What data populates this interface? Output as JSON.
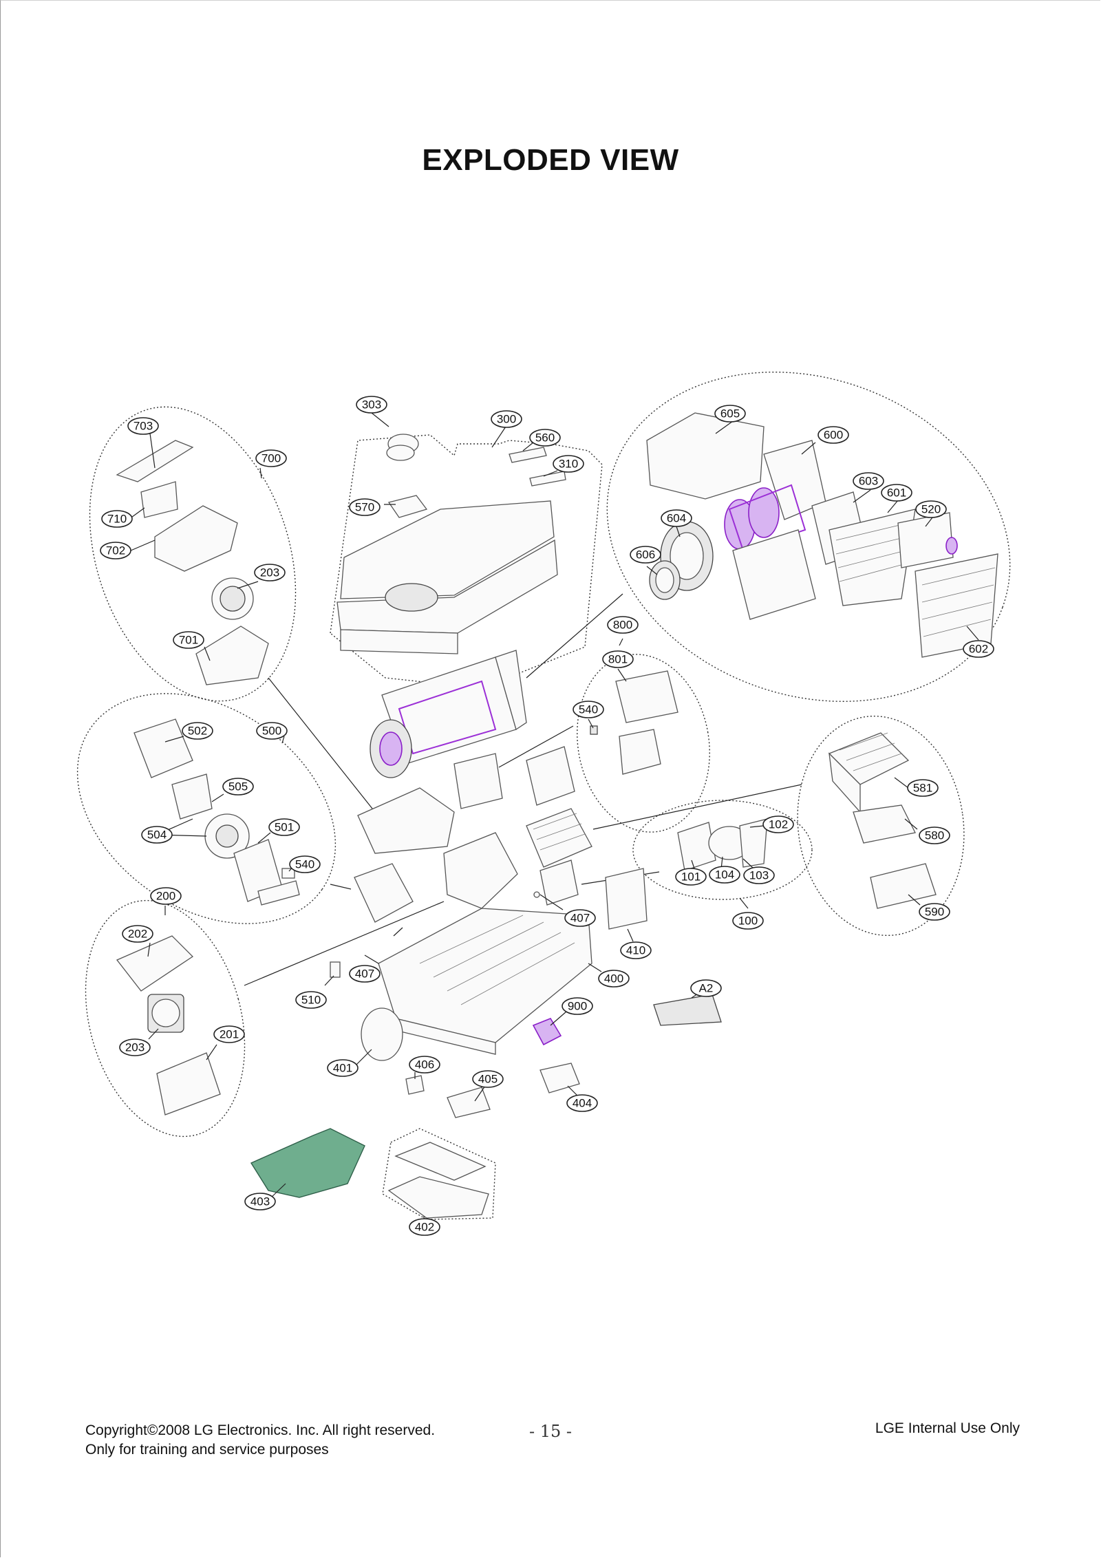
{
  "title": "EXPLODED VIEW",
  "callouts": [
    {
      "id": "703",
      "label": "703"
    },
    {
      "id": "700",
      "label": "700"
    },
    {
      "id": "710",
      "label": "710"
    },
    {
      "id": "702",
      "label": "702"
    },
    {
      "id": "203a",
      "label": "203"
    },
    {
      "id": "701",
      "label": "701"
    },
    {
      "id": "303",
      "label": "303"
    },
    {
      "id": "300",
      "label": "300"
    },
    {
      "id": "560",
      "label": "560"
    },
    {
      "id": "310",
      "label": "310"
    },
    {
      "id": "570",
      "label": "570"
    },
    {
      "id": "605",
      "label": "605"
    },
    {
      "id": "600",
      "label": "600"
    },
    {
      "id": "603",
      "label": "603"
    },
    {
      "id": "601",
      "label": "601"
    },
    {
      "id": "604",
      "label": "604"
    },
    {
      "id": "520",
      "label": "520"
    },
    {
      "id": "606",
      "label": "606"
    },
    {
      "id": "602",
      "label": "602"
    },
    {
      "id": "800",
      "label": "800"
    },
    {
      "id": "801",
      "label": "801"
    },
    {
      "id": "540a",
      "label": "540"
    },
    {
      "id": "502",
      "label": "502"
    },
    {
      "id": "500",
      "label": "500"
    },
    {
      "id": "505",
      "label": "505"
    },
    {
      "id": "504",
      "label": "504"
    },
    {
      "id": "501",
      "label": "501"
    },
    {
      "id": "540b",
      "label": "540"
    },
    {
      "id": "581",
      "label": "581"
    },
    {
      "id": "580",
      "label": "580"
    },
    {
      "id": "590",
      "label": "590"
    },
    {
      "id": "102",
      "label": "102"
    },
    {
      "id": "101",
      "label": "101"
    },
    {
      "id": "104",
      "label": "104"
    },
    {
      "id": "103",
      "label": "103"
    },
    {
      "id": "100",
      "label": "100"
    },
    {
      "id": "200",
      "label": "200"
    },
    {
      "id": "202",
      "label": "202"
    },
    {
      "id": "203b",
      "label": "203"
    },
    {
      "id": "201",
      "label": "201"
    },
    {
      "id": "407a",
      "label": "407"
    },
    {
      "id": "410",
      "label": "410"
    },
    {
      "id": "407b",
      "label": "407"
    },
    {
      "id": "400",
      "label": "400"
    },
    {
      "id": "510",
      "label": "510"
    },
    {
      "id": "A2",
      "label": "A2"
    },
    {
      "id": "900",
      "label": "900"
    },
    {
      "id": "401",
      "label": "401"
    },
    {
      "id": "406",
      "label": "406"
    },
    {
      "id": "405",
      "label": "405"
    },
    {
      "id": "404",
      "label": "404"
    },
    {
      "id": "403",
      "label": "403"
    },
    {
      "id": "402",
      "label": "402"
    }
  ],
  "footer": {
    "copyright": "Copyright©2008 LG Electronics. Inc. All right reserved.",
    "purpose": "Only for training and service purposes",
    "page": "- 15 -",
    "internal": "LGE Internal Use Only"
  }
}
